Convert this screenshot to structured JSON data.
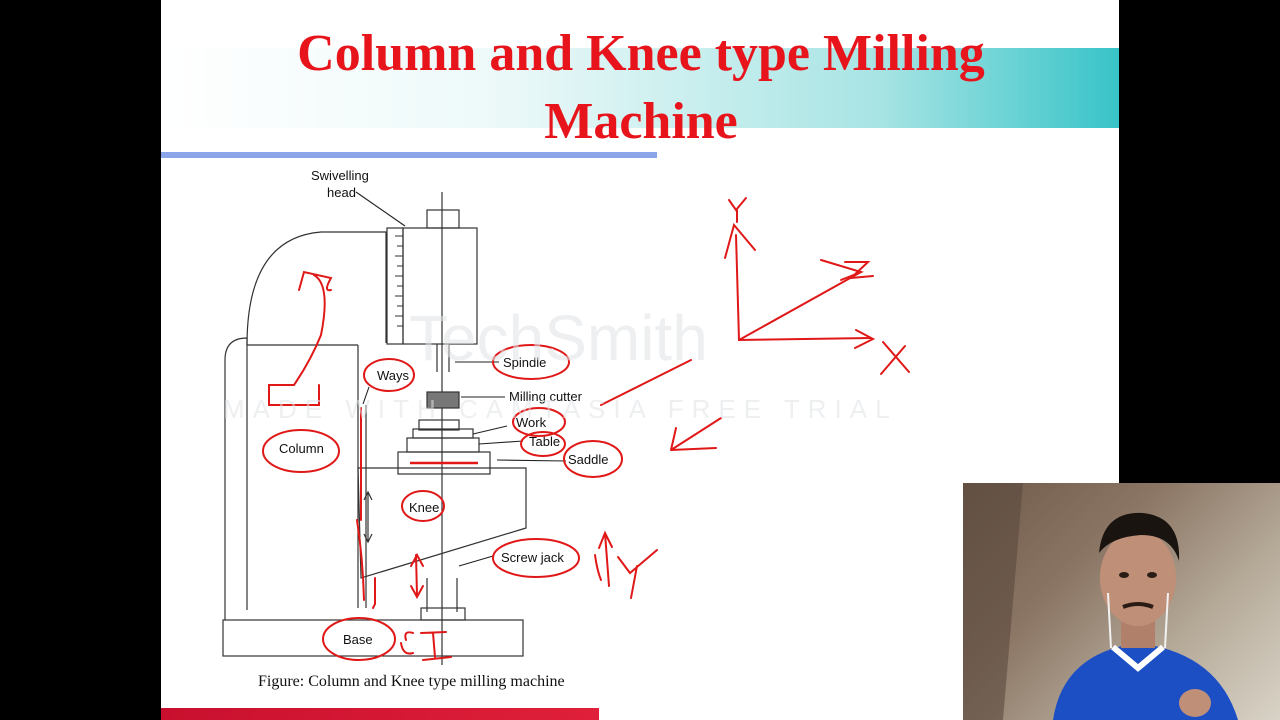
{
  "slide": {
    "title_line1": "Column and Knee type Milling",
    "title_line2": "Machine",
    "caption": "Figure: Column and Knee type milling machine",
    "colors": {
      "title": "#e8141c",
      "annotation": "#e01818",
      "rule": "#8aa6e8",
      "band": "#38c4c8"
    }
  },
  "diagram": {
    "labels": {
      "swivelling_head_1": "Swivelling",
      "swivelling_head_2": "head",
      "spindle": "Spindle",
      "milling_cutter": "Milling cutter",
      "ways": "Ways",
      "work": "Work",
      "table": "Table",
      "saddle": "Saddle",
      "column": "Column",
      "knee": "Knee",
      "screw_jack": "Screw jack",
      "base": "Base"
    },
    "annotations": {
      "ci": "CI",
      "axis_y_top": "Y",
      "axis_z": "Z",
      "axis_x": "X",
      "axis_y_lower": "y"
    }
  },
  "watermark": {
    "brand": "TechSmith",
    "line": "MADE WITH CAMTASIA FREE TRIAL"
  },
  "webcam": {
    "icon": "presenter-webcam-icon"
  }
}
